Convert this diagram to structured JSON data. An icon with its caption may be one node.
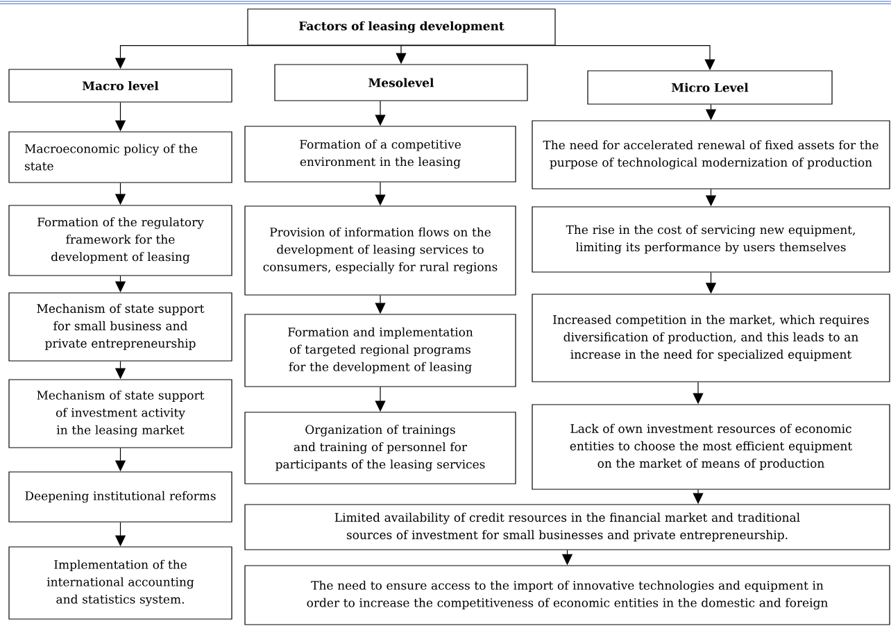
{
  "diagram": {
    "nodes": [
      {
        "text": [
          "Factors of leasing development"
        ]
      },
      {
        "text": [
          "Macro level"
        ]
      },
      {
        "text": [
          "Mesolevel"
        ]
      },
      {
        "text": [
          "Micro Level"
        ]
      },
      {
        "text": [
          "Macroeconomic policy of the state"
        ]
      },
      {
        "text": [
          "Formation of the regulatory framework for the development of leasing"
        ]
      },
      {
        "text": [
          "Mechanism of state support for small business and private entrepreneurship"
        ]
      },
      {
        "text": [
          "Mechanism of state support of investment activity in the leasing market"
        ]
      },
      {
        "text": [
          "Deepening institutional reforms"
        ]
      },
      {
        "text": [
          "Implementation of the international accounting and statistics system."
        ]
      },
      {
        "text": [
          "Formation of a competitive environment in the leasing"
        ]
      },
      {
        "text": [
          "Provision of information flows on the development of leasing services to consumers, especially for rural regions"
        ]
      },
      {
        "text": [
          "Formation and implementation of targeted regional programs for the development of leasing"
        ]
      },
      {
        "text": [
          "Organization of trainings and training of personnel for participants of the leasing services"
        ]
      },
      {
        "text": [
          "The need for accelerated renewal of fixed assets for the purpose of technological modernization of production"
        ]
      },
      {
        "text": [
          "The rise in the cost of servicing new equipment, limiting its performance by users themselves"
        ]
      },
      {
        "text": [
          "Increased competition in the market, which requires diversification of production, and this leads to an increase in the need for specialized equipment"
        ]
      },
      {
        "text": [
          "Lack of own investment resources of economic entities to choose the most efficient equipment on the market of means of production"
        ]
      },
      {
        "text": [
          "Limited availability of credit resources in the financial market and traditional sources of investment for small businesses and private entrepreneurship."
        ]
      },
      {
        "text": [
          "The need to ensure access to the import of innovative technologies and equipment in order to increase the competitiveness of economic entities in the domestic and foreign"
        ]
      }
    ],
    "edges": [
      {
        "from": 0,
        "to": 1,
        "arrow": "to"
      },
      {
        "from": 0,
        "to": 2,
        "arrow": "to"
      },
      {
        "from": 0,
        "to": 3,
        "arrow": "to"
      },
      {
        "from": 1,
        "to": 4,
        "arrow": "to"
      },
      {
        "from": 4,
        "to": 5,
        "arrow": "to"
      },
      {
        "from": 5,
        "to": 6,
        "arrow": "to"
      },
      {
        "from": 6,
        "to": 7,
        "arrow": "to"
      },
      {
        "from": 7,
        "to": 8,
        "arrow": "to"
      },
      {
        "from": 8,
        "to": 9,
        "arrow": "to"
      },
      {
        "from": 2,
        "to": 10,
        "arrow": "to"
      },
      {
        "from": 10,
        "to": 11,
        "arrow": "to"
      },
      {
        "from": 11,
        "to": 12,
        "arrow": "to"
      },
      {
        "from": 12,
        "to": 13,
        "arrow": "to"
      },
      {
        "from": 3,
        "to": 14,
        "arrow": "to"
      },
      {
        "from": 14,
        "to": 15,
        "arrow": "to"
      },
      {
        "from": 15,
        "to": 16,
        "arrow": "to"
      },
      {
        "from": 16,
        "to": 17,
        "arrow": "to"
      },
      {
        "from": 17,
        "to": 18,
        "arrow": "to"
      },
      {
        "from": 18,
        "to": 19,
        "arrow": "to"
      }
    ]
  }
}
